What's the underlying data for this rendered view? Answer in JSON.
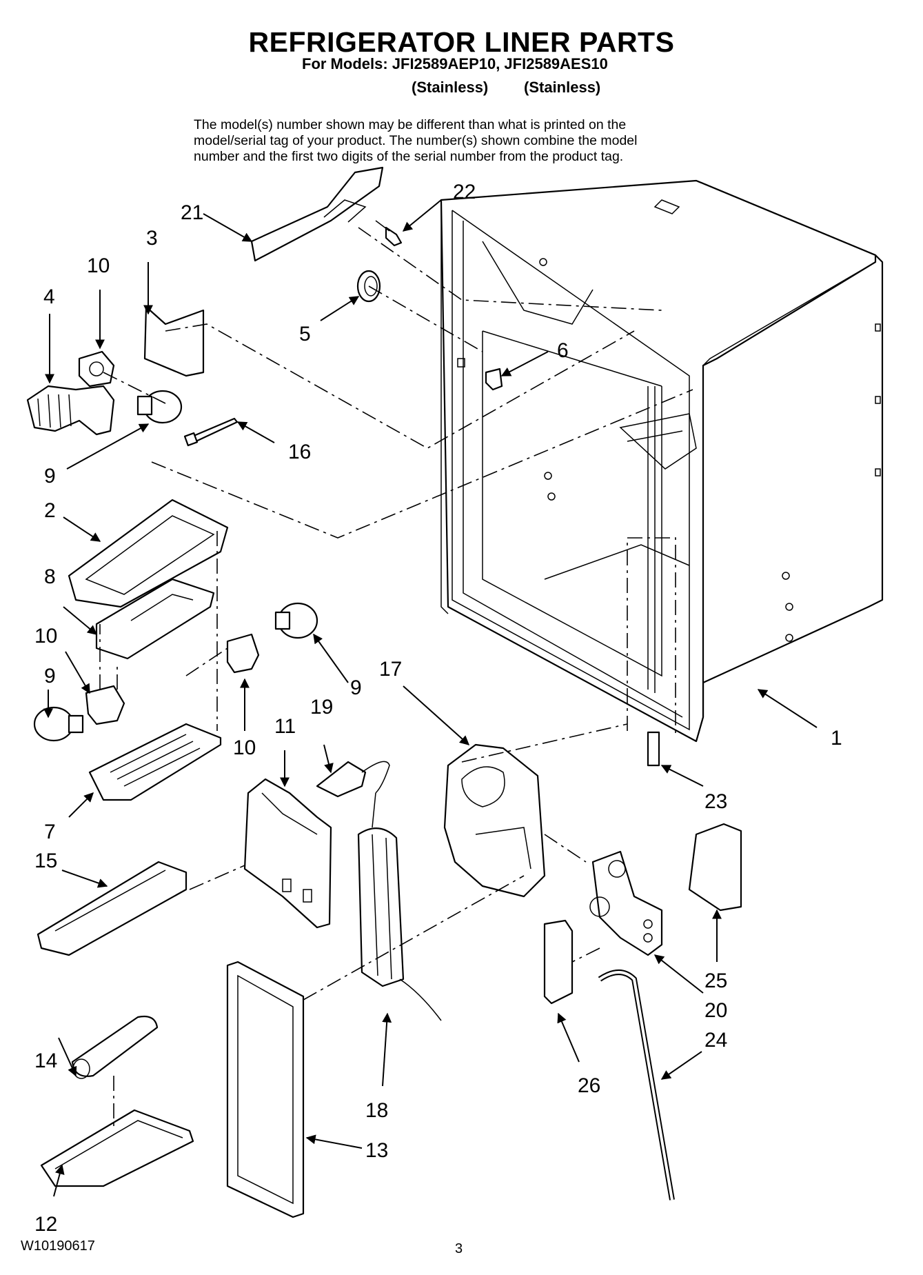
{
  "header": {
    "title": "REFRIGERATOR LINER PARTS",
    "models_line": "For Models: JFI2589AEP10, JFI2589AES10",
    "finish_1": "(Stainless)",
    "finish_2": "(Stainless)",
    "disclaimer_1": "The model(s) number shown may be different than what is printed on the",
    "disclaimer_2": "model/serial tag of your product. The number(s) shown combine the model",
    "disclaimer_3": "number and the first two digits of the serial number from the product tag."
  },
  "footer": {
    "doc_number": "W10190617",
    "page_number": "3"
  },
  "callouts": {
    "c1": "1",
    "c2": "2",
    "c3": "3",
    "c4": "4",
    "c5": "5",
    "c6": "6",
    "c7": "7",
    "c8": "8",
    "c9a": "9",
    "c9b": "9",
    "c9c": "9",
    "c10a": "10",
    "c10b": "10",
    "c10c": "10",
    "c11": "11",
    "c12": "12",
    "c13": "13",
    "c14": "14",
    "c15": "15",
    "c16": "16",
    "c17": "17",
    "c18": "18",
    "c19": "19",
    "c20": "20",
    "c21": "21",
    "c22": "22",
    "c23": "23",
    "c24": "24",
    "c25": "25",
    "c26": "26"
  }
}
